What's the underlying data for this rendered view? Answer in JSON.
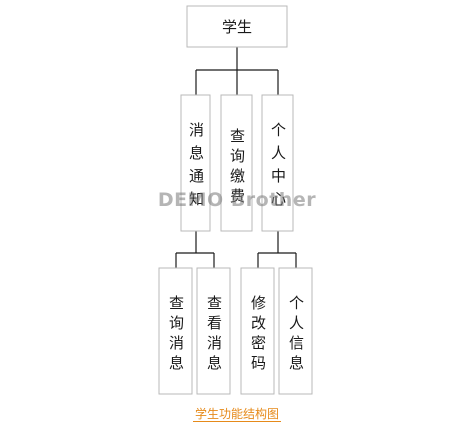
{
  "nodes": {
    "root": "学生",
    "messages": "消息通知",
    "payment": "查询缴费",
    "personal": "个人中心",
    "query_messages": "查询消息",
    "view_messages": "查看消息",
    "change_password": "修改密码",
    "personal_info": "个人信息"
  },
  "watermark": "DEMO Brother",
  "caption": "学生功能结构图"
}
